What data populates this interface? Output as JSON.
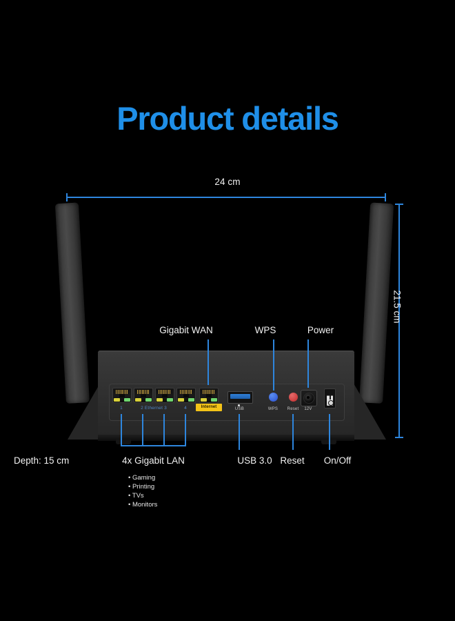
{
  "page": {
    "title": "Product details",
    "background": "#000000",
    "accent_blue": "#1f8fe8",
    "line_blue": "#2e86de",
    "text_white": "#f2f2f2"
  },
  "dimensions": {
    "width_label": "24 cm",
    "height_label": "21.5 cm",
    "depth_label": "Depth: 15 cm"
  },
  "callouts_top": [
    {
      "id": "gigabit-wan",
      "label": "Gigabit WAN"
    },
    {
      "id": "wps",
      "label": "WPS"
    },
    {
      "id": "power",
      "label": "Power"
    }
  ],
  "callouts_bottom": [
    {
      "id": "lan",
      "label": "4x Gigabit LAN"
    },
    {
      "id": "usb",
      "label": "USB 3.0"
    },
    {
      "id": "reset",
      "label": "Reset"
    },
    {
      "id": "onoff",
      "label": "On/Off"
    }
  ],
  "lan_uses": [
    "• Gaming",
    "• Printing",
    "• TVs",
    "• Monitors"
  ],
  "device": {
    "port_numbers": {
      "p1": "1",
      "p4": "4"
    },
    "ethernet_label": "2 Ethernet 3",
    "internet_badge": "Internet",
    "usb_label": "USB",
    "wps_label": "WPS",
    "reset_label": "Reset",
    "dc_label": "12V",
    "led_colors": {
      "yellow": "#d8d13a",
      "green": "#6fd66f"
    },
    "usb_port_color": "#2f7fd6",
    "wps_button_color": "#2a4fd0",
    "reset_button_color": "#c02a2a",
    "internet_badge_color": "#f3c318"
  }
}
